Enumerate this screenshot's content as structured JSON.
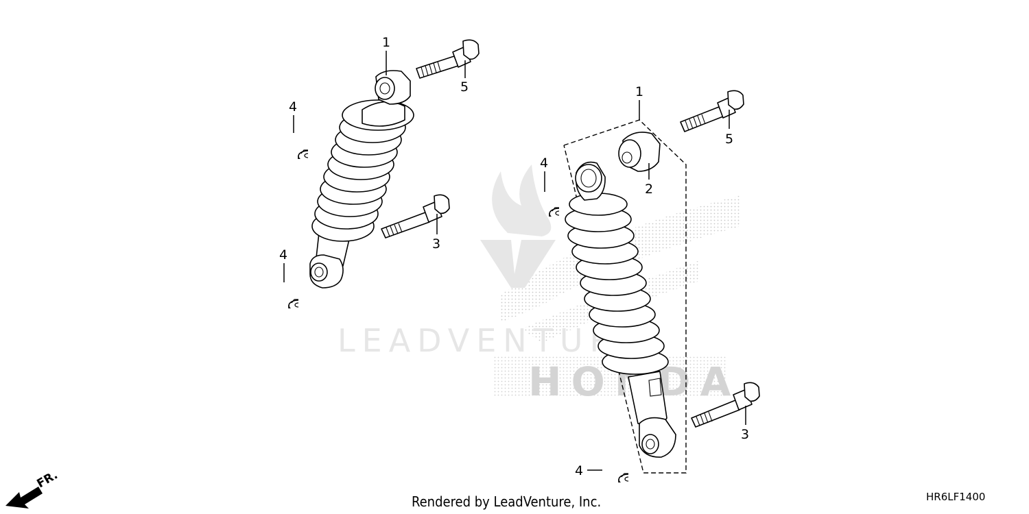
{
  "diagram_code": "HR6LF1400",
  "footer": {
    "rendered_by": "Rendered by LeadVenture, Inc."
  },
  "direction_indicator": {
    "label": "FR."
  },
  "watermark": {
    "company": "LEADVENTURE",
    "brand": "HONDA"
  },
  "callouts": {
    "left_shock": "1",
    "left_upper_bolt": "5",
    "left_upper_nut": "4",
    "left_lower_bolt": "3",
    "left_lower_nut": "4",
    "right_shock": "1",
    "right_upper_bolt": "5",
    "right_bushing": "2",
    "right_upper_nut": "4",
    "right_lower_bolt": "3",
    "right_lower_nut": "4"
  }
}
